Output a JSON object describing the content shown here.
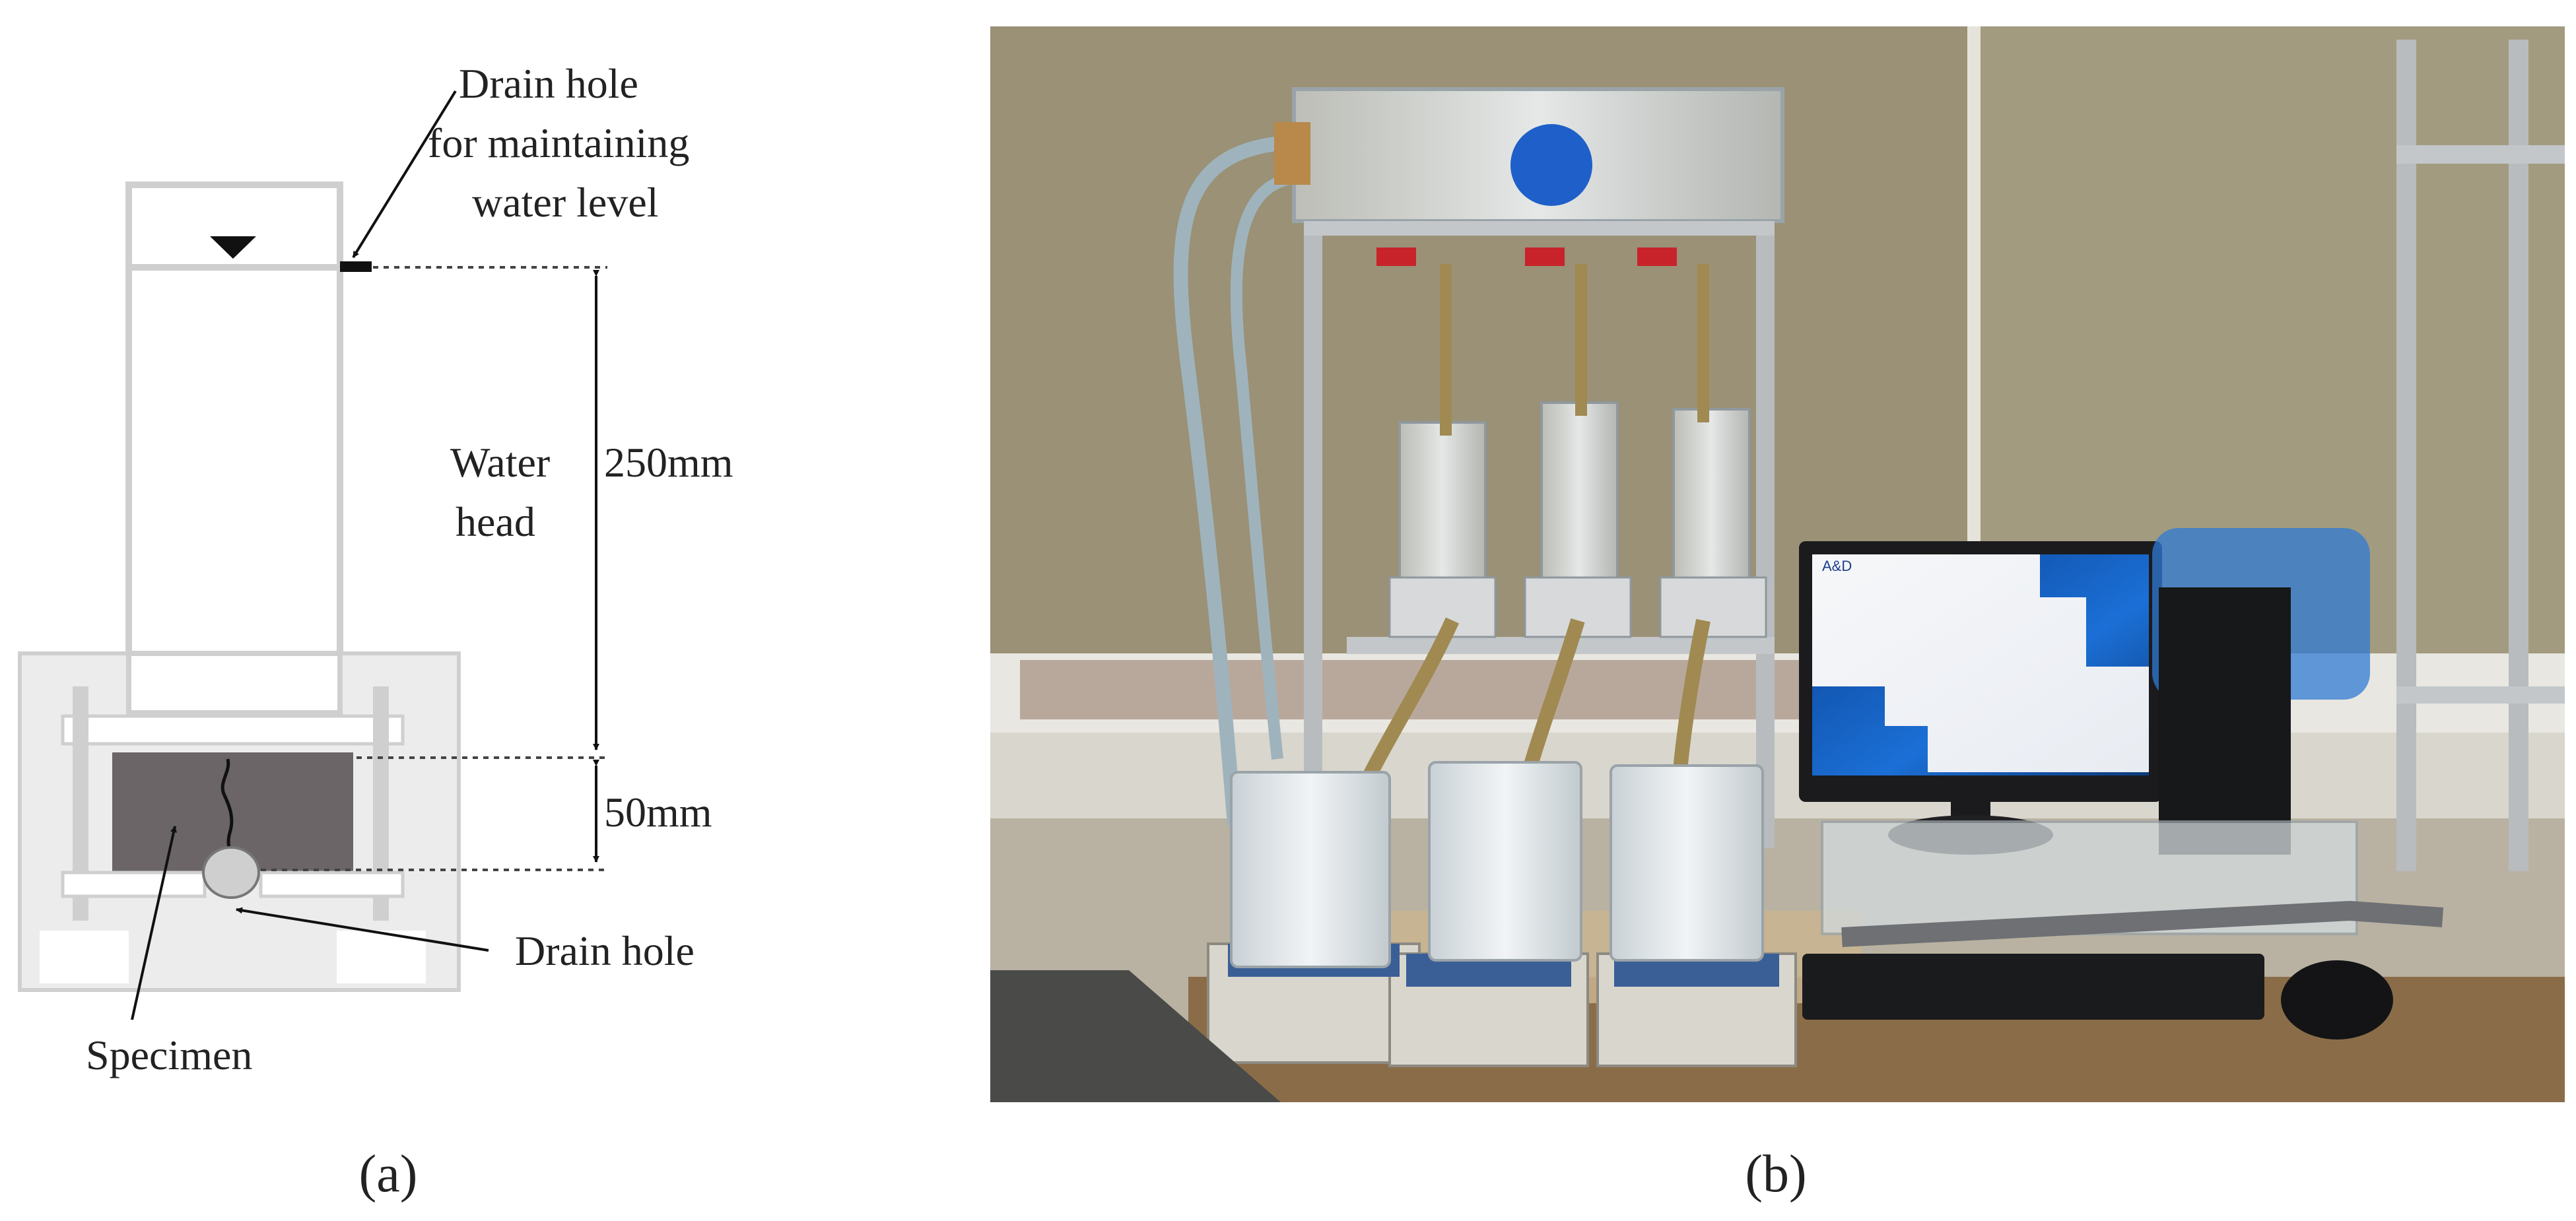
{
  "panel_a": {
    "caption": "(a)",
    "drain_hole_top": [
      "Drain hole",
      "for maintaining",
      "water level"
    ],
    "water_head": [
      "Water",
      "head"
    ],
    "dim_head": "250mm",
    "dim_specimen": "50mm",
    "drain_hole_bottom": "Drain hole",
    "specimen": "Specimen"
  },
  "panel_b": {
    "caption": "(b)",
    "monitor_logo": "A&D"
  }
}
